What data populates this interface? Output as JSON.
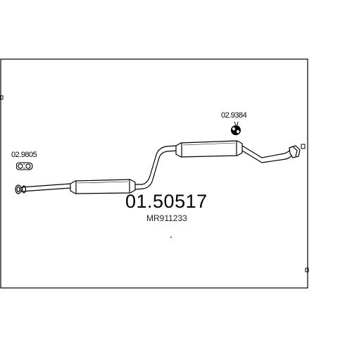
{
  "part": {
    "number": "01.50517",
    "oem_number": "MR911233"
  },
  "accessories": [
    {
      "ref": "02.9805",
      "icon": "mounting-clamp-icon"
    },
    {
      "ref": "02.9384",
      "icon": "rubber-hanger-icon"
    }
  ],
  "colors": {
    "line": "#000000",
    "background": "#ffffff"
  }
}
